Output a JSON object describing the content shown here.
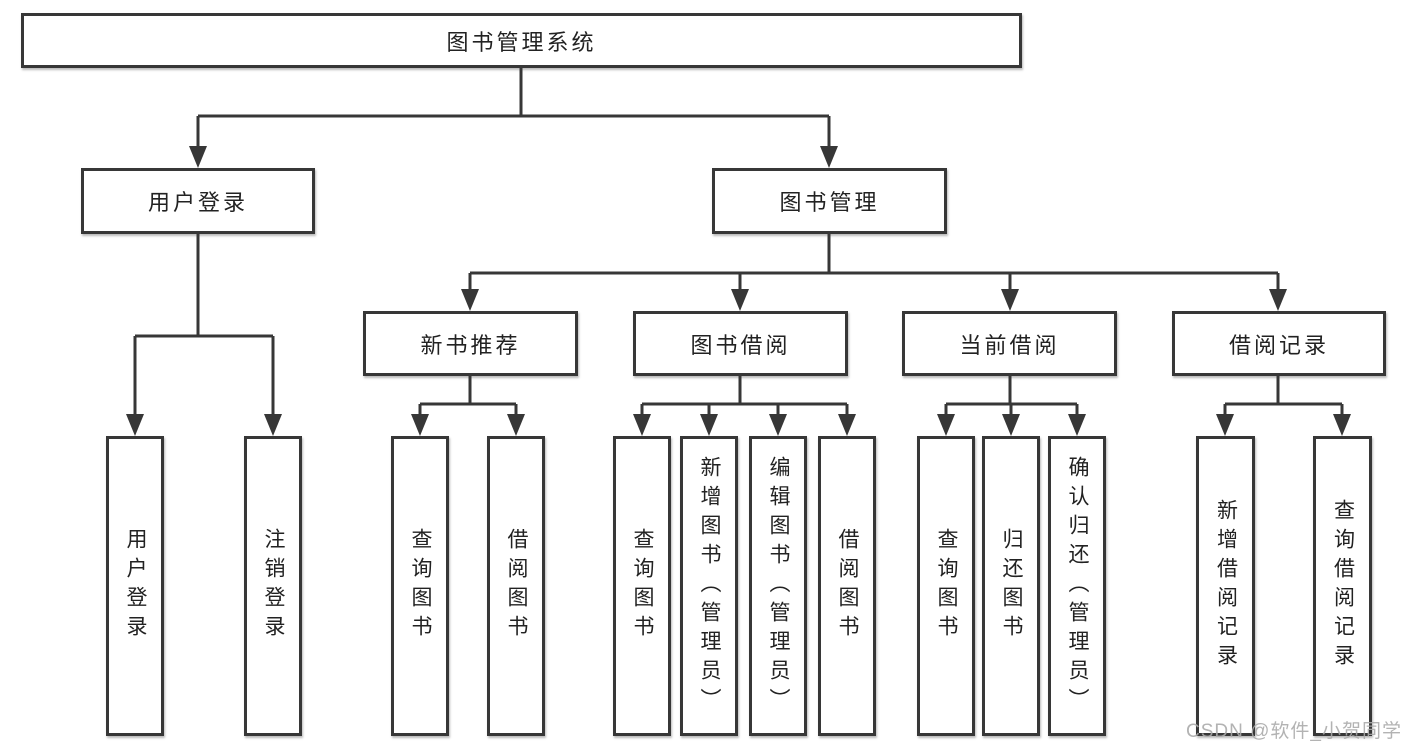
{
  "diagram_title": "图书管理系统",
  "watermark": {
    "text": "CSDN @软件_小贺同学"
  },
  "colors": {
    "line": "#373737",
    "text": "#222222",
    "box_background": "#ffffff",
    "page_background": "#ffffff",
    "watermark": "#ababab"
  },
  "tree": {
    "label": "图书管理系统",
    "children": [
      {
        "label": "用户登录",
        "children": [
          {
            "label": "用户登录"
          },
          {
            "label": "注销登录"
          }
        ]
      },
      {
        "label": "图书管理",
        "children": [
          {
            "label": "新书推荐",
            "children": [
              {
                "label": "查询图书"
              },
              {
                "label": "借阅图书"
              }
            ]
          },
          {
            "label": "图书借阅",
            "children": [
              {
                "label": "查询图书"
              },
              {
                "label": "新增图书（管理员）"
              },
              {
                "label": "编辑图书（管理员）"
              },
              {
                "label": "借阅图书"
              }
            ]
          },
          {
            "label": "当前借阅",
            "children": [
              {
                "label": "查询图书"
              },
              {
                "label": "归还图书"
              },
              {
                "label": "确认归还（管理员）"
              }
            ]
          },
          {
            "label": "借阅记录",
            "children": [
              {
                "label": "新增借阅记录"
              },
              {
                "label": "查询借阅记录"
              }
            ]
          }
        ]
      }
    ]
  }
}
